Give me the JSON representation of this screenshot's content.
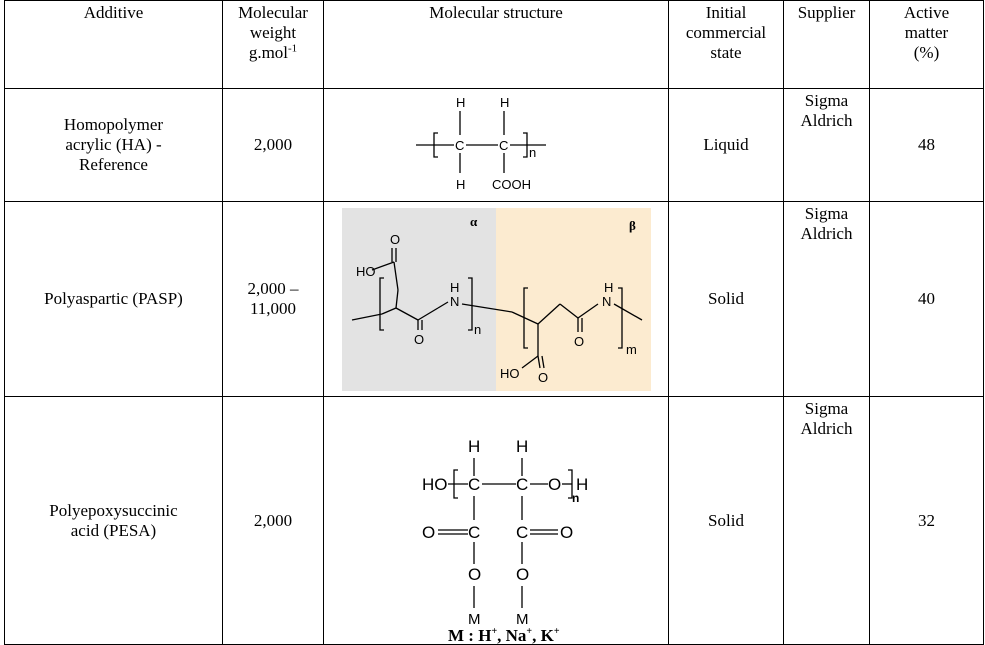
{
  "headers": {
    "additive": "Additive",
    "mw_line1": "Molecular",
    "mw_line2": "weight",
    "mw_unit": "g.mol",
    "mw_unit_exp": "-1",
    "structure": "Molecular structure",
    "state_line1": "Initial",
    "state_line2": "commercial",
    "state_line3": "state",
    "supplier": "Supplier",
    "active_line1": "Active",
    "active_line2": "matter",
    "active_line3": "(%)"
  },
  "rows": [
    {
      "additive_lines": [
        "Homopolymer",
        "acrylic (HA) -",
        "Reference"
      ],
      "mw_lines": [
        "2,000"
      ],
      "state": "Liquid",
      "supplier_lines": [
        "Sigma",
        "Aldrich"
      ],
      "active": "48",
      "structure_labels": {
        "h_top1": "H",
        "h_top2": "H",
        "c1": "C",
        "c2": "C",
        "n": "n",
        "h_bottom": "H",
        "cooh": "COOH"
      }
    },
    {
      "additive_lines": [
        "Polyaspartic (PASP)"
      ],
      "mw_lines": [
        "2,000 –",
        "11,000"
      ],
      "state": "Solid",
      "supplier_lines": [
        "Sigma",
        "Aldrich"
      ],
      "active": "40",
      "structure_labels": {
        "alpha": "α",
        "beta": "β",
        "o_top": "O",
        "ho_left": "HO",
        "h_n1": "H",
        "n1": "N",
        "o_mid": "O",
        "sub_n": "n",
        "ho_bottom": "HO",
        "o_bottom": "O",
        "h_n2": "H",
        "n2": "N",
        "sub_m": "m"
      },
      "structure_colors": {
        "alpha_bg": "#e3e3e3",
        "beta_bg": "#fcebd0"
      }
    },
    {
      "additive_lines": [
        "Polyepoxysuccinic",
        "acid (PESA)"
      ],
      "mw_lines": [
        "2,000"
      ],
      "state": "Solid",
      "supplier_lines": [
        "Sigma",
        "Aldrich"
      ],
      "active": "32",
      "structure_labels": {
        "h1": "H",
        "h2": "H",
        "ho": "HO",
        "c1": "C",
        "c2": "C",
        "o_chain": "O",
        "n": "n",
        "h_end": "H",
        "o_left": "O",
        "c3": "C",
        "c4": "C",
        "o_right": "O",
        "o3": "O",
        "o4": "O",
        "m1": "M",
        "m2": "M"
      },
      "caption": {
        "prefix": "M : H",
        "sep1": ", Na",
        "sep2": ", K",
        "plus": "+"
      }
    }
  ]
}
